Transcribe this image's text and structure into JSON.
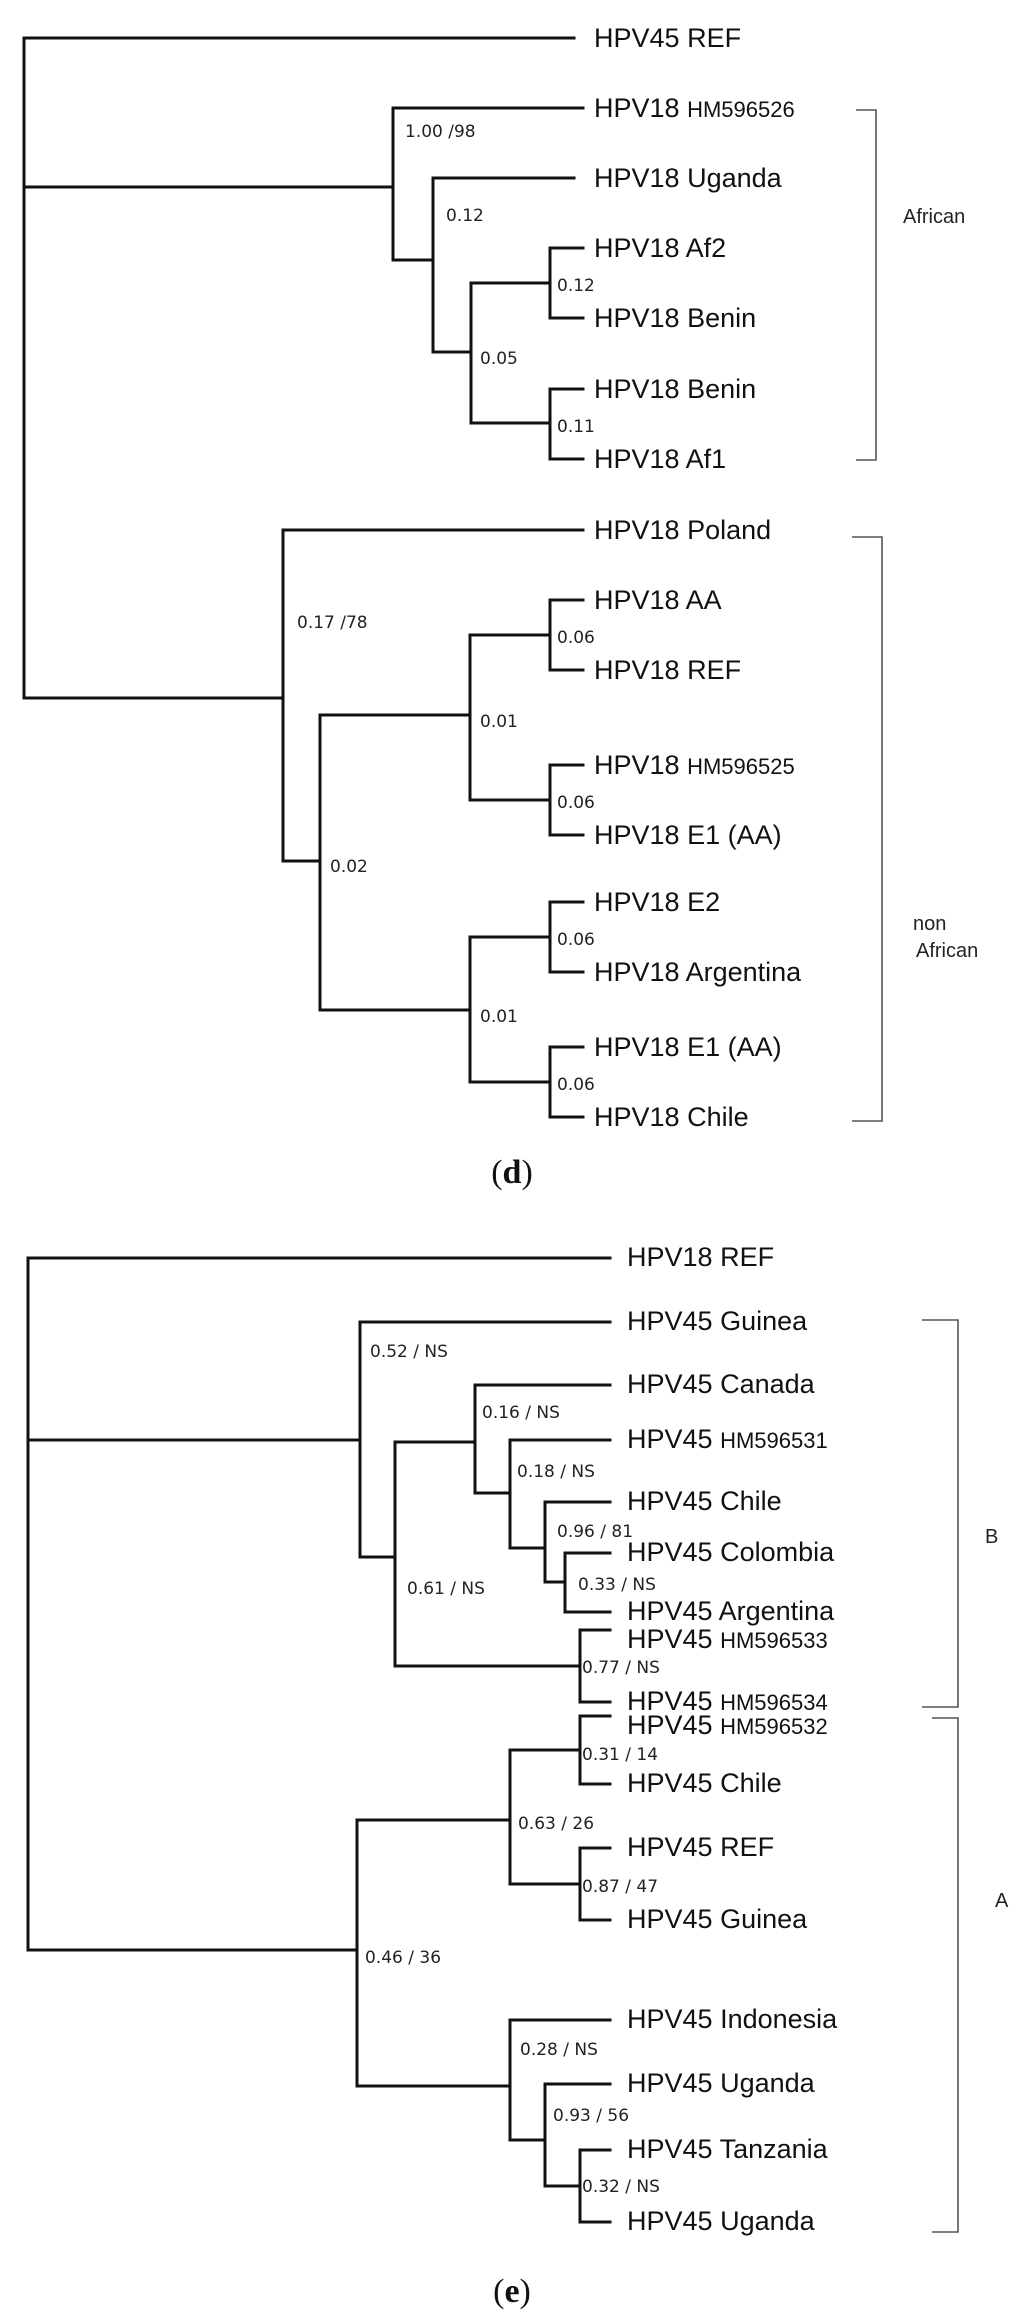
{
  "panel_d": {
    "label_open": "(",
    "label_letter": "d",
    "label_close": ")",
    "taxa": [
      {
        "prefix": "HPV45",
        "name": "REF"
      },
      {
        "prefix": "HPV18",
        "name": "HM596526"
      },
      {
        "prefix": "HPV18",
        "name": "Uganda"
      },
      {
        "prefix": "HPV18",
        "name": "Af2"
      },
      {
        "prefix": "HPV18",
        "name": "Benin"
      },
      {
        "prefix": "HPV18",
        "name": "Benin"
      },
      {
        "prefix": "HPV18",
        "name": "Af1"
      },
      {
        "prefix": "HPV18",
        "name": "Poland"
      },
      {
        "prefix": "HPV18",
        "name": "AA"
      },
      {
        "prefix": "HPV18",
        "name": "REF"
      },
      {
        "prefix": "HPV18",
        "name": "HM596525"
      },
      {
        "prefix": "HPV18",
        "name": "E1 (AA)"
      },
      {
        "prefix": "HPV18",
        "name": "E2"
      },
      {
        "prefix": "HPV18",
        "name": "Argentina"
      },
      {
        "prefix": "HPV18",
        "name": "E1 (AA)"
      },
      {
        "prefix": "HPV18",
        "name": "Chile"
      }
    ],
    "supports": [
      "1.00 /98",
      "0.12",
      "0.12",
      "0.05",
      "0.11",
      "0.17 /78",
      "0.06",
      "0.01",
      "0.06",
      "0.02",
      "0.06",
      "0.01",
      "0.06"
    ],
    "groups": {
      "african": "African",
      "non_african_1": "non",
      "non_african_2": "African"
    }
  },
  "panel_e": {
    "label_open": "(",
    "label_letter": "e",
    "label_close": ")",
    "taxa": [
      {
        "prefix": "HPV18",
        "name": "REF"
      },
      {
        "prefix": "HPV45",
        "name": "Guinea"
      },
      {
        "prefix": "HPV45",
        "name": "Canada"
      },
      {
        "prefix": "HPV45",
        "name": "HM596531"
      },
      {
        "prefix": "HPV45",
        "name": "Chile"
      },
      {
        "prefix": "HPV45",
        "name": "Colombia"
      },
      {
        "prefix": "HPV45",
        "name": "Argentina"
      },
      {
        "prefix": "HPV45",
        "name": "HM596533"
      },
      {
        "prefix": "HPV45",
        "name": "HM596534"
      },
      {
        "prefix": "HPV45",
        "name": "HM596532"
      },
      {
        "prefix": "HPV45",
        "name": "Chile"
      },
      {
        "prefix": "HPV45",
        "name": "REF"
      },
      {
        "prefix": "HPV45",
        "name": "Guinea"
      },
      {
        "prefix": "HPV45",
        "name": "Indonesia"
      },
      {
        "prefix": "HPV45",
        "name": "Uganda"
      },
      {
        "prefix": "HPV45",
        "name": "Tanzania"
      },
      {
        "prefix": "HPV45",
        "name": "Uganda"
      }
    ],
    "supports": [
      "0.52 / NS",
      "0.16  / NS",
      "0.18 / NS",
      "0.96 / 81",
      "0.33  / NS",
      "0.61 / NS",
      "0.77 / NS",
      "0.31 / 14",
      "0.63 / 26",
      "0.87 / 47",
      "0.46 / 36",
      "0.28 / NS",
      "0.93 / 56",
      "0.32 / NS"
    ],
    "groups": {
      "b": "B",
      "a": "A"
    }
  }
}
